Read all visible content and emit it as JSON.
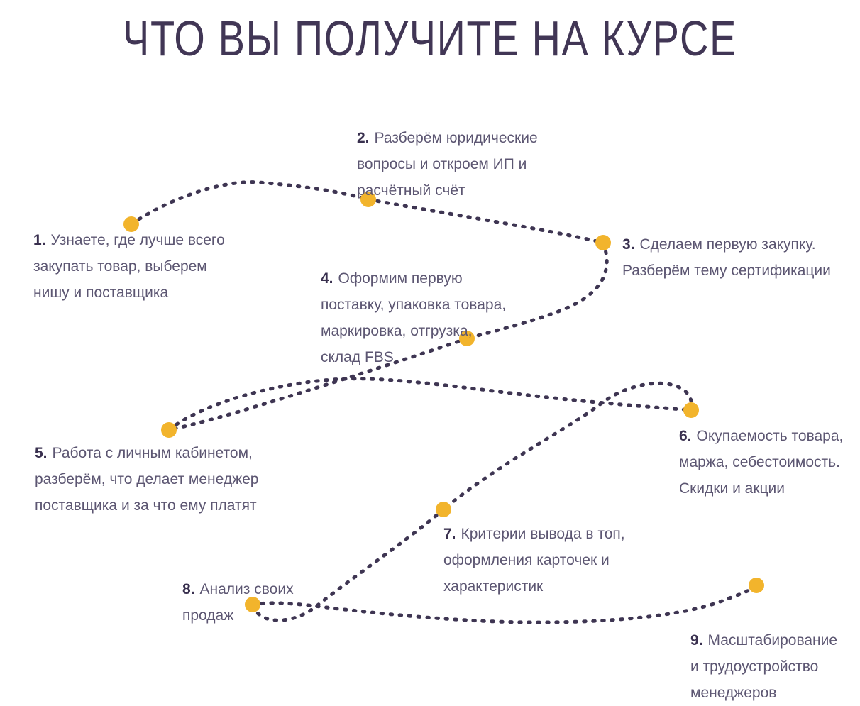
{
  "title": "ЧТО ВЫ ПОЛУЧИТЕ НА КУРСЕ",
  "colors": {
    "accent": "#F2B42C",
    "line": "#3E3552",
    "number": "#39304F",
    "text": "#5C5672",
    "heading": "#413655",
    "background": "#FFFFFF"
  },
  "points": [
    {
      "num": "1.",
      "text": "Узнаете, где лучше всего\nзакупать товар, выберем\nнишу и поставщика"
    },
    {
      "num": "2.",
      "text": "Разберём юридические\nвопросы и откроем ИП и\nрасчётный счёт"
    },
    {
      "num": "3.",
      "text": "Сделаем первую закупку.\nРазберём тему сертификации"
    },
    {
      "num": "4.",
      "text": "Оформим первую\nпоставку, упаковка товара,\nмаркировка, отгрузка,\nсклад FBS"
    },
    {
      "num": "5.",
      "text": "Работа с личным кабинетом,\nразберём, что делает менеджер\nпоставщика и за что ему платят"
    },
    {
      "num": "6.",
      "text": "Окупаемость товара,\nмаржа, себестоимость.\nСкидки и акции"
    },
    {
      "num": "7.",
      "text": "Критерии вывода в топ,\nоформления карточек и\nхарактеристик"
    },
    {
      "num": "8.",
      "text": "Анализ своих\nпродаж"
    },
    {
      "num": "9.",
      "text": "Масштабирование\nи трудоустройство\nменеджеров"
    }
  ]
}
